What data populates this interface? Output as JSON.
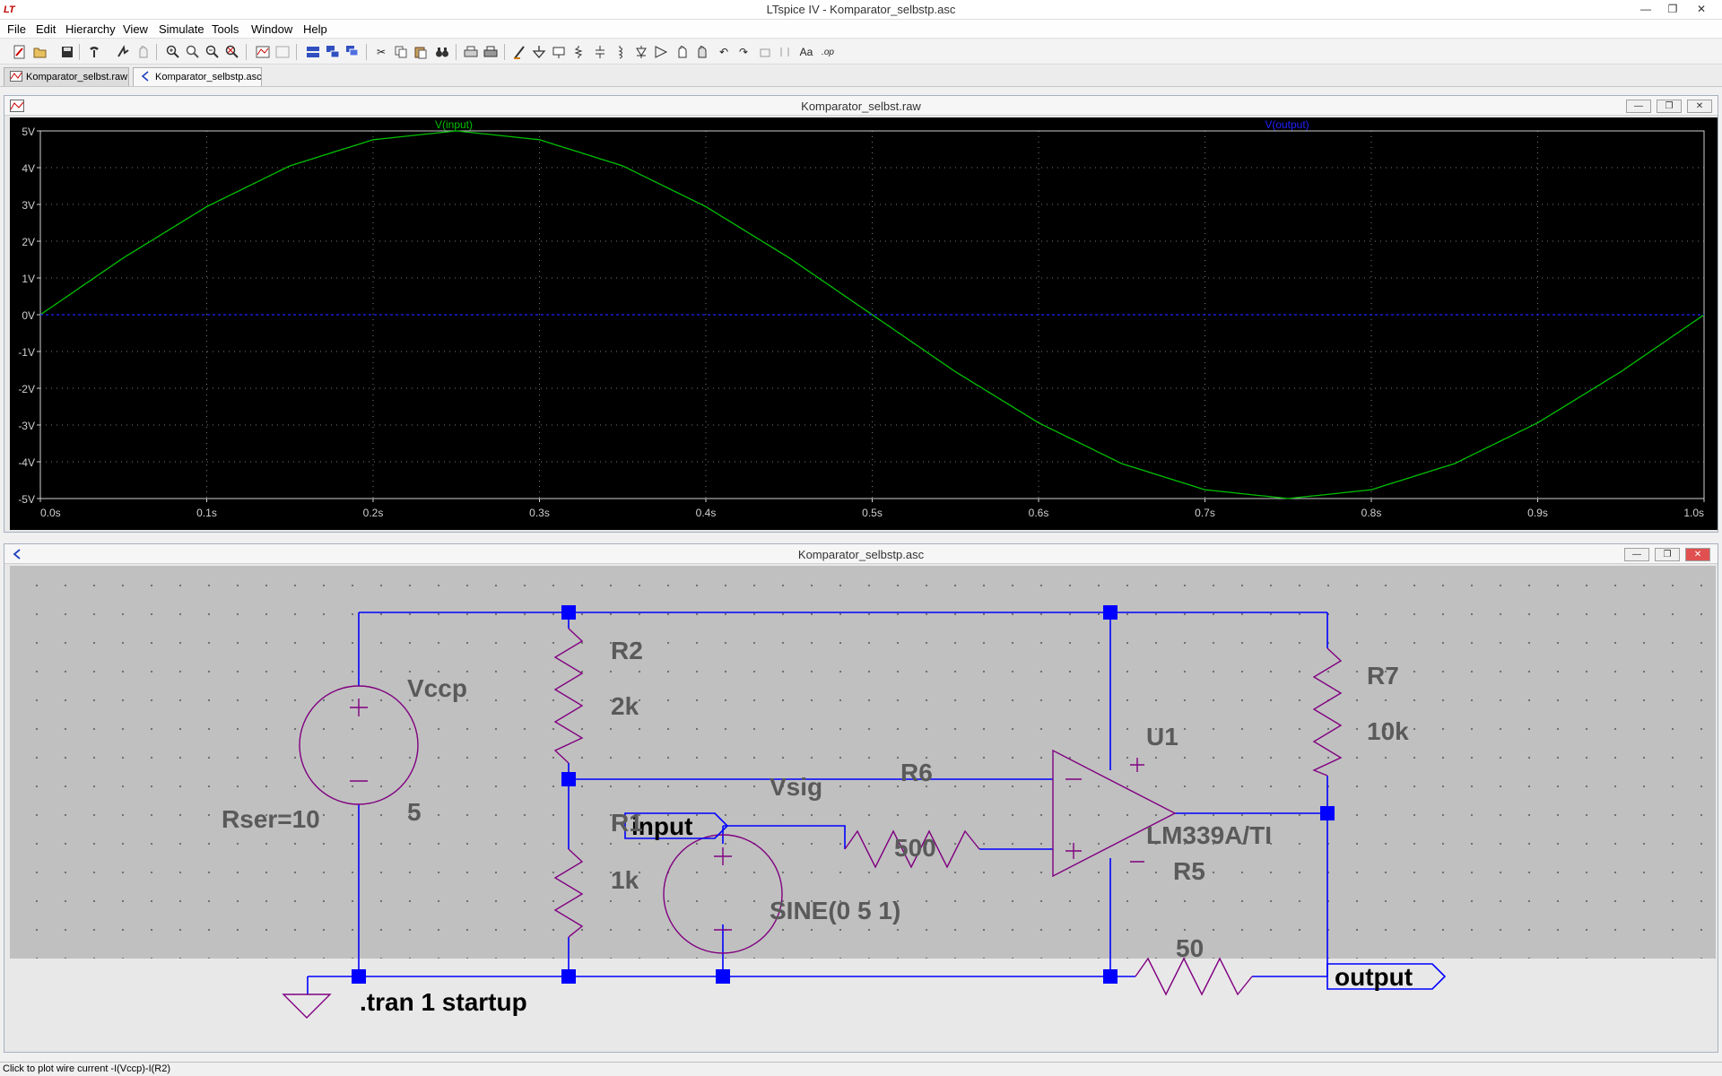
{
  "app": {
    "title": "LTspice IV - Komparator_selbstp.asc",
    "logo": "LT"
  },
  "menu": [
    "File",
    "Edit",
    "Hierarchy",
    "View",
    "Simulate",
    "Tools",
    "Window",
    "Help"
  ],
  "toolbar_icons": [
    "new-schematic-icon",
    "open-icon",
    "save-icon",
    "control-panel-icon",
    "run-icon",
    "halt-icon",
    "zoom-in-icon",
    "zoom-full-icon",
    "zoom-out-icon",
    "zoom-fit-icon",
    "autorange-icon",
    "marker-icon",
    "tile-horizontal-icon",
    "cascade-icon",
    "tile-vertical-icon",
    "cut-icon",
    "copy-icon",
    "paste-icon",
    "find-icon",
    "print-preview-icon",
    "print-icon",
    "wire-icon",
    "ground-icon",
    "label-icon",
    "resistor-icon",
    "capacitor-icon",
    "inductor-icon",
    "diode-icon",
    "component-icon",
    "move-icon",
    "drag-icon",
    "undo-icon",
    "redo-icon",
    "rotate-icon",
    "mirror-icon",
    "text-icon",
    "spice-directive-icon"
  ],
  "tabs": [
    {
      "label": "Komparator_selbst.raw",
      "icon": "waveform-icon",
      "active": false
    },
    {
      "label": "Komparator_selbstp.asc",
      "icon": "schematic-icon",
      "active": true
    }
  ],
  "waveform": {
    "title": "Komparator_selbst.raw",
    "traces": [
      {
        "name": "V(input)",
        "color": "#00c000"
      },
      {
        "name": "V(output)",
        "color": "#2020ff"
      }
    ],
    "chart_data": {
      "type": "line",
      "x_range": [
        0,
        1
      ],
      "y_range": [
        -5,
        5
      ],
      "x_ticks": [
        "0.0s",
        "0.1s",
        "0.2s",
        "0.3s",
        "0.4s",
        "0.5s",
        "0.6s",
        "0.7s",
        "0.8s",
        "0.9s",
        "1.0s"
      ],
      "y_ticks": [
        "5V",
        "4V",
        "3V",
        "2V",
        "1V",
        "0V",
        "-1V",
        "-2V",
        "-3V",
        "-4V",
        "-5V"
      ],
      "grid": true,
      "series": [
        {
          "name": "V(input)",
          "x": [
            0,
            0.05,
            0.1,
            0.15,
            0.2,
            0.25,
            0.3,
            0.35,
            0.4,
            0.45,
            0.5,
            0.55,
            0.6,
            0.65,
            0.7,
            0.75,
            0.8,
            0.85,
            0.9,
            0.95,
            1.0
          ],
          "y": [
            0,
            1.55,
            2.94,
            4.05,
            4.76,
            5.0,
            4.76,
            4.05,
            2.94,
            1.55,
            0,
            -1.55,
            -2.94,
            -4.05,
            -4.76,
            -5.0,
            -4.76,
            -4.05,
            -2.94,
            -1.55,
            0
          ]
        },
        {
          "name": "V(output)",
          "x": [
            0,
            1.0
          ],
          "y": [
            0,
            0
          ]
        }
      ]
    }
  },
  "schematic": {
    "title": "Komparator_selbstp.asc",
    "labels": {
      "vccp_name": "Vccp",
      "vccp_value": "5",
      "vccp_rser": "Rser=10",
      "r2_name": "R2",
      "r2_value": "2k",
      "r1_name": "R1",
      "r1_value": "1k",
      "input_net": "input",
      "vsig_name": "Vsig",
      "vsig_value": "SINE(0 5 1)",
      "r6_name": "R6",
      "r6_value": "500",
      "u1_name": "U1",
      "u1_value": "LM339A/TI",
      "r7_name": "R7",
      "r7_value": "10k",
      "r5_name": "R5",
      "r5_value": "50",
      "output_net": "output",
      "directive": ".tran 1 startup"
    },
    "colors": {
      "wire": "#0000ff",
      "component": "#800080",
      "junction": "#0000ff",
      "label_text": "#5a5a5a"
    }
  },
  "status": "Click to plot wire current -I(Vccp)-I(R2)"
}
